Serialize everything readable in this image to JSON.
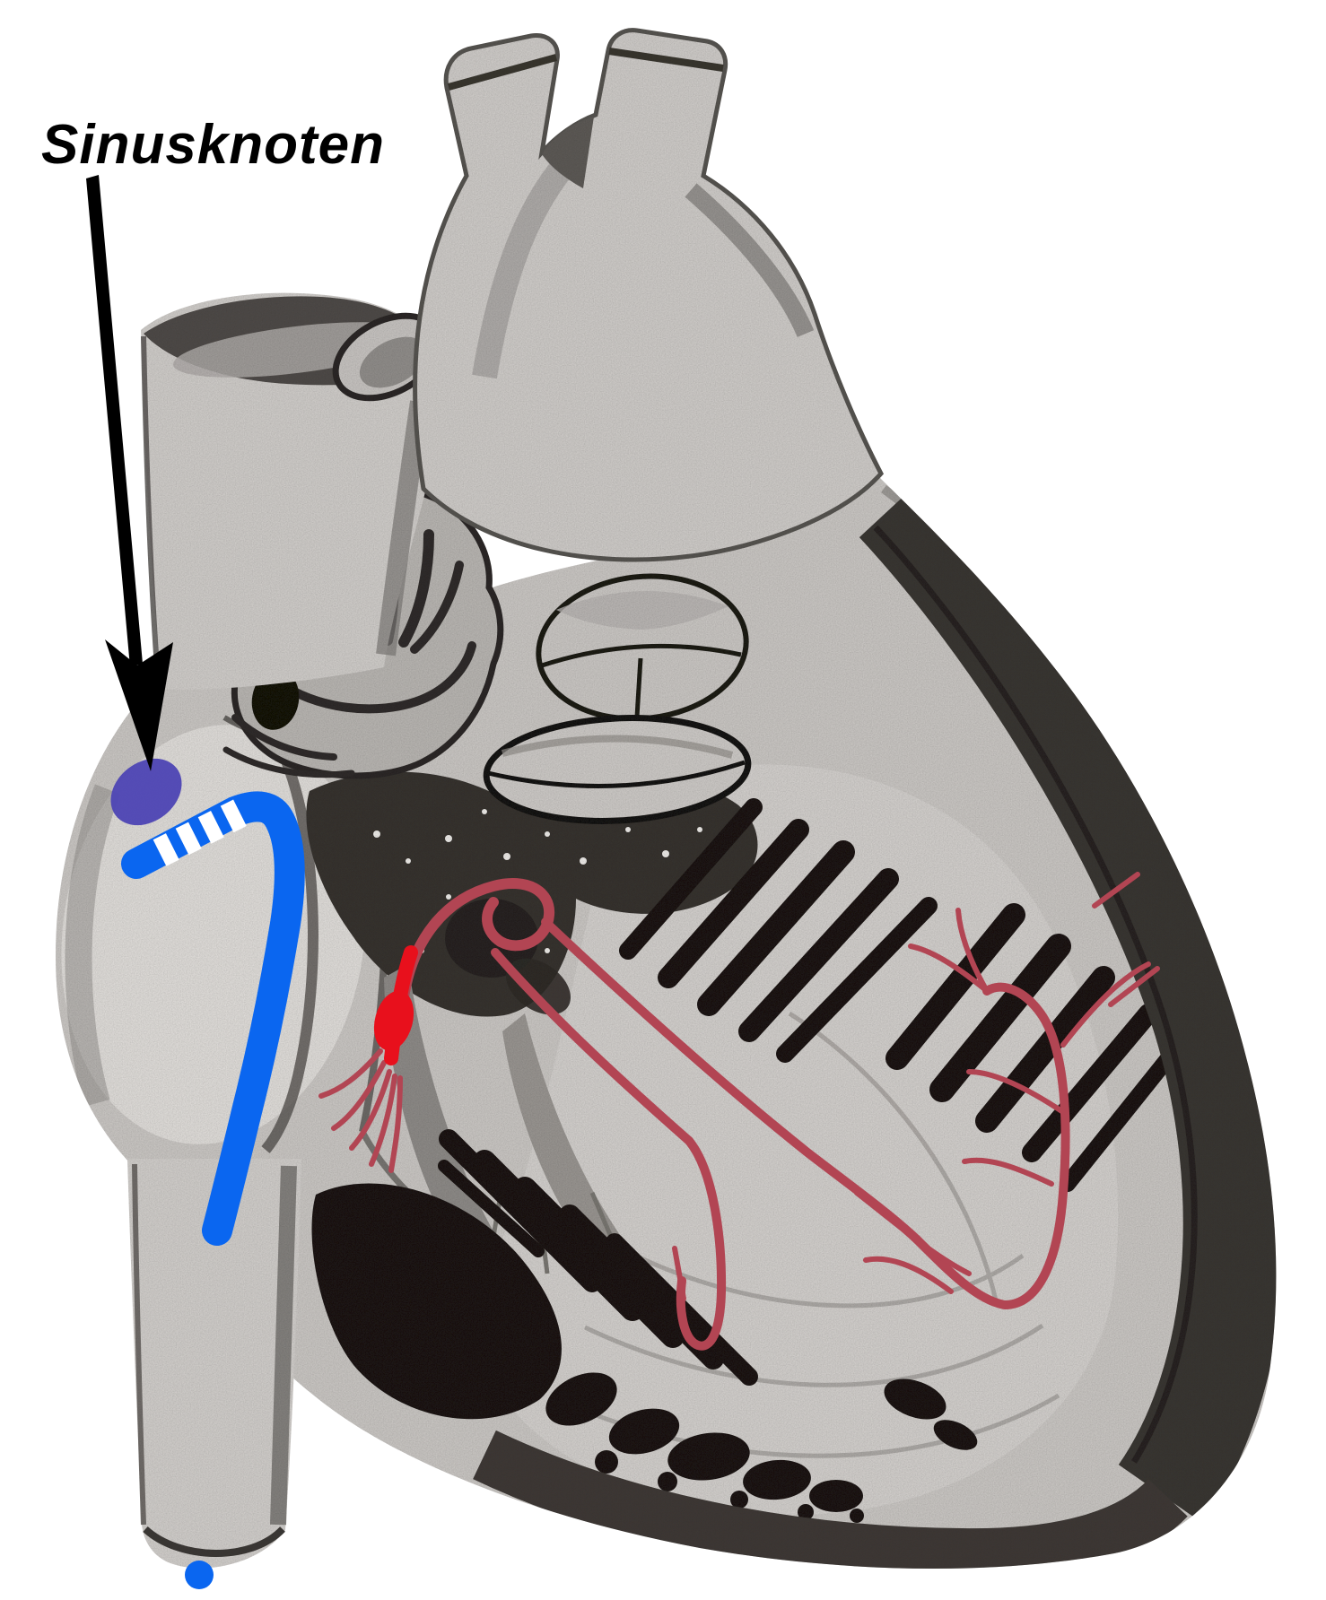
{
  "figure": {
    "kind": "anatomical-heart-cross-section-engraving",
    "background": "#ffffff"
  },
  "annotation": {
    "label": "Sinusknoten"
  },
  "colors": {
    "label_text": "#000000",
    "arrow": "#000000"
  },
  "markers": {
    "sinus_node": {
      "name": "sinus-node-marker",
      "color": "#4e46b4"
    },
    "internodal_pathway": {
      "name": "internodal-pathway-line",
      "color": "#0a66f0",
      "dash_color": "#ffffff"
    },
    "av_node": {
      "name": "av-node-marker",
      "color": "#e8101c"
    },
    "bundle_branches": {
      "name": "bundle-branch-lines",
      "color": "#b24553"
    },
    "ivc_end_dot": {
      "name": "ivc-end-dot",
      "color": "#0a66f0"
    }
  }
}
